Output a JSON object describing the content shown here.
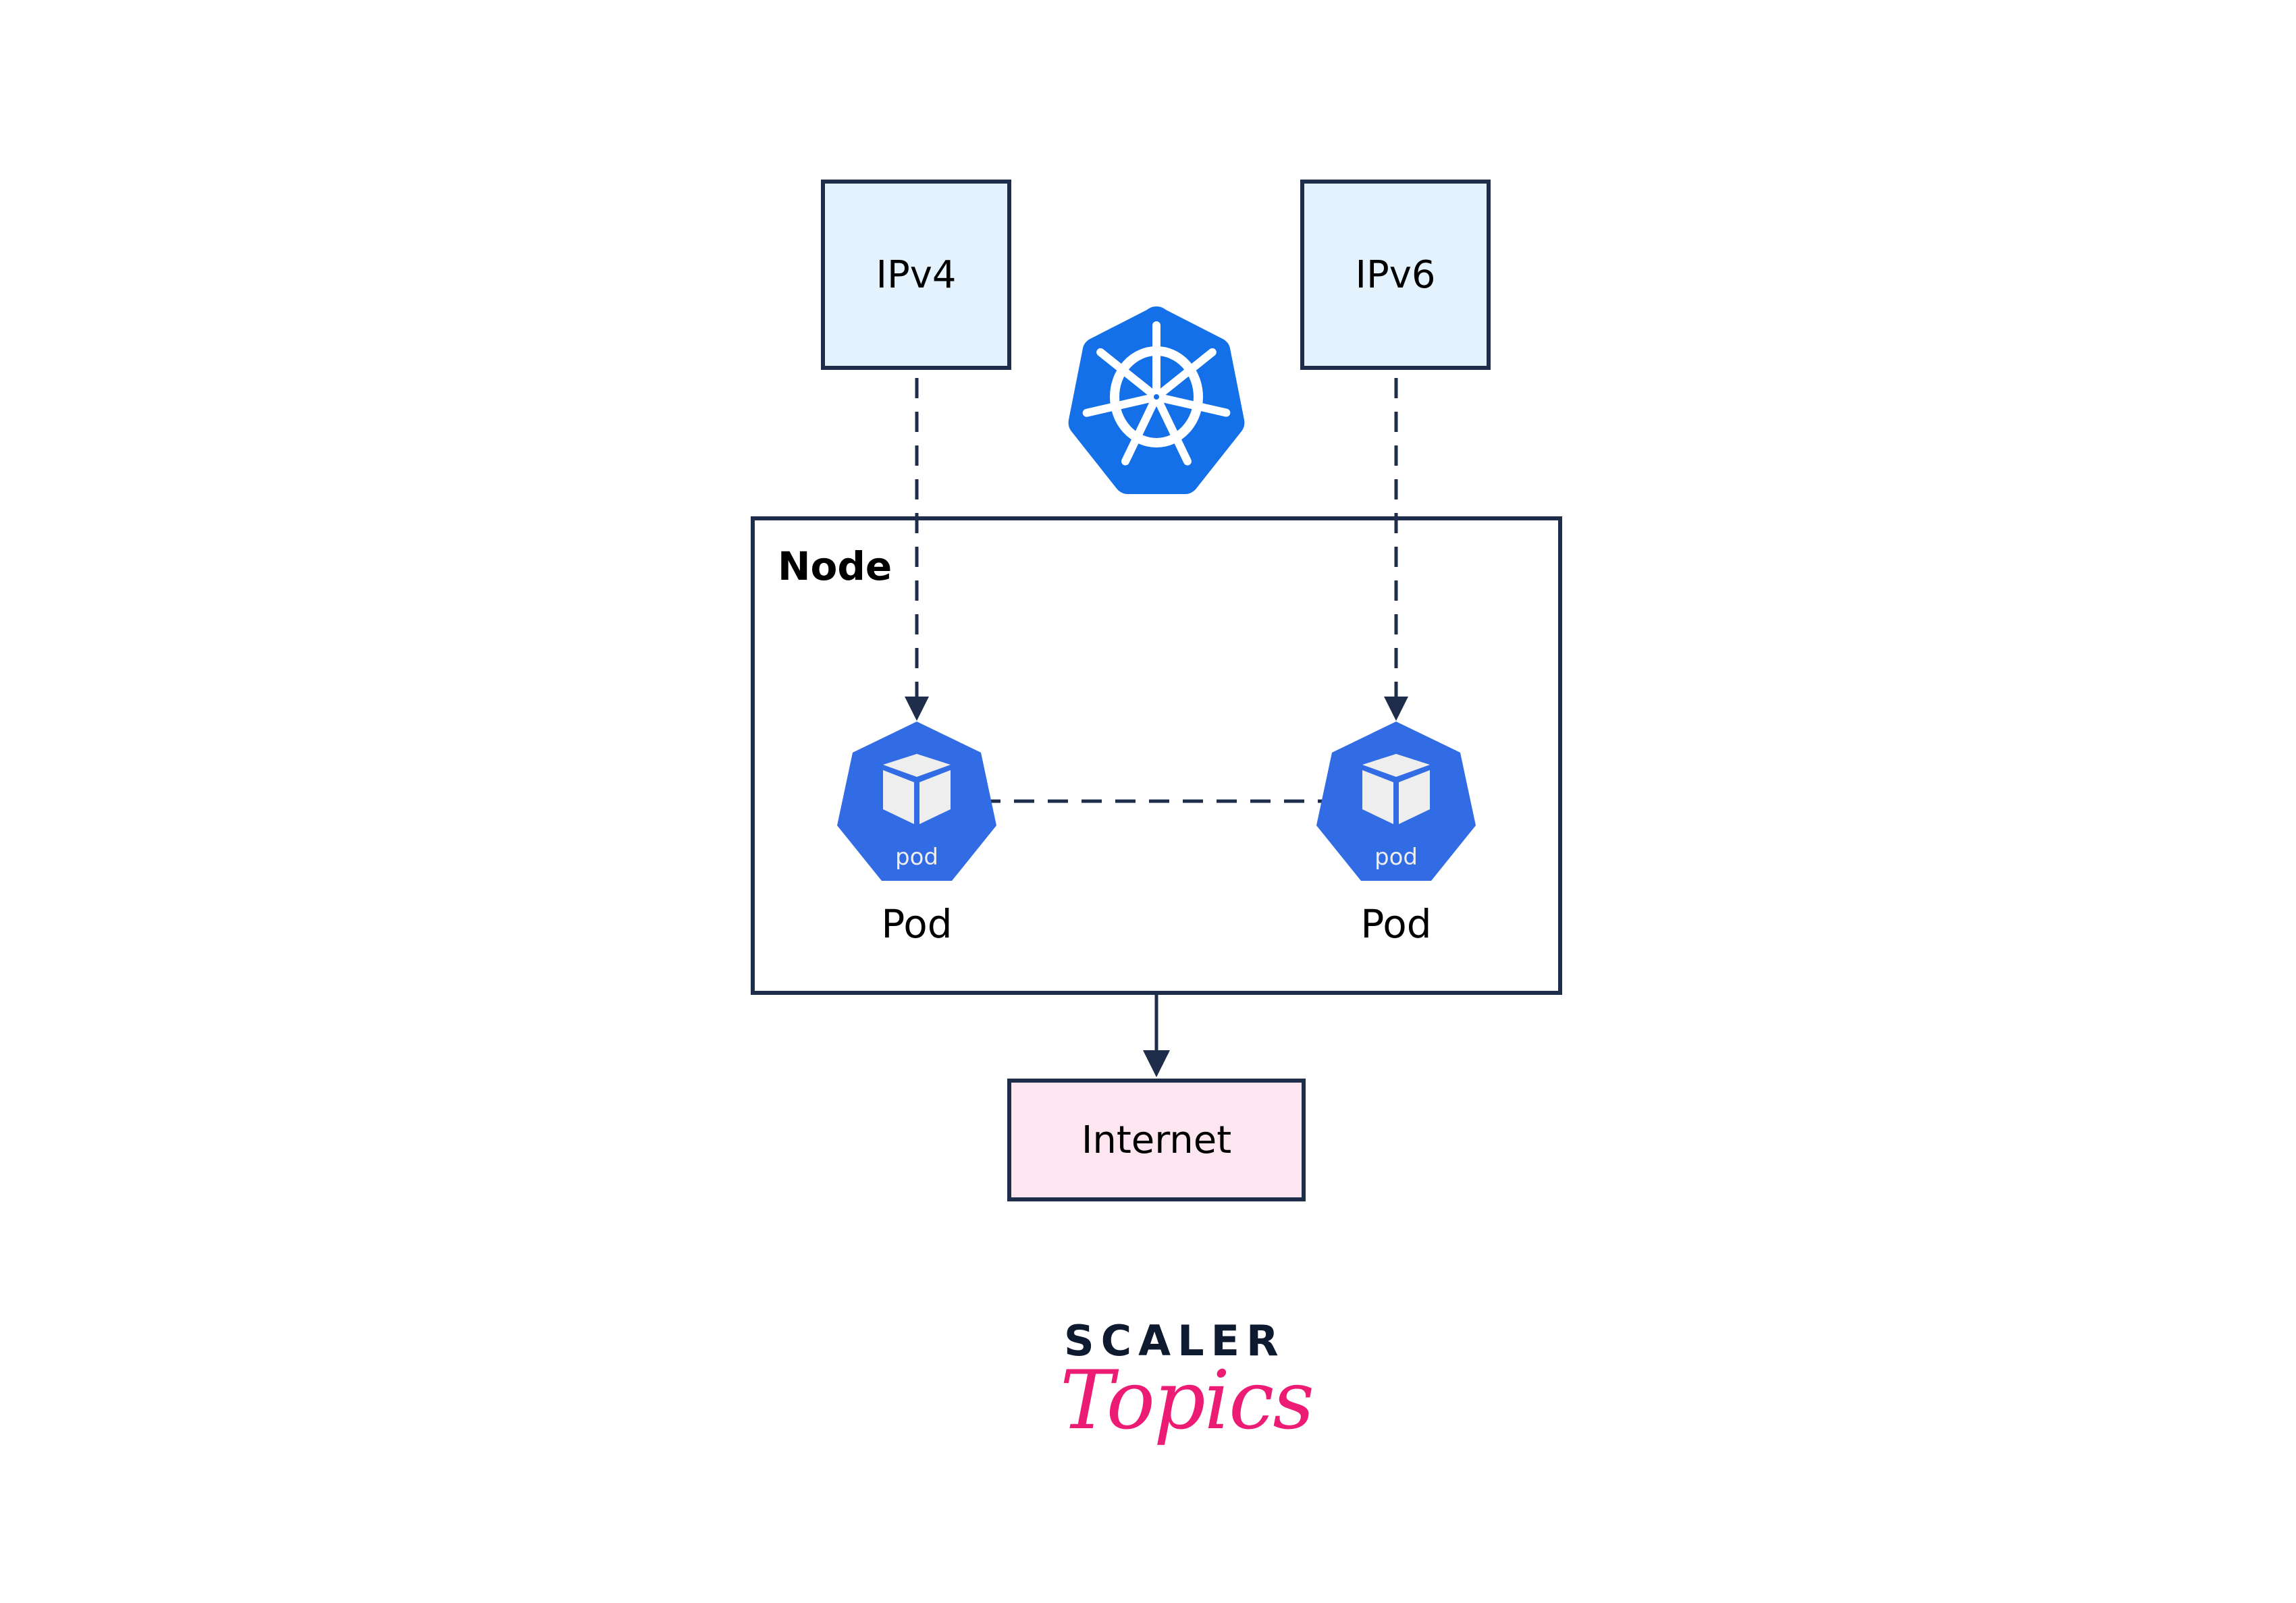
{
  "diagram": {
    "nodes": {
      "ipv4": {
        "label": "IPv4"
      },
      "ipv6": {
        "label": "IPv6"
      },
      "node": {
        "label": "Node"
      },
      "pod_left": {
        "label": "Pod",
        "icon_text": "pod"
      },
      "pod_right": {
        "label": "Pod",
        "icon_text": "pod"
      },
      "internet": {
        "label": "Internet"
      }
    },
    "edges": [
      {
        "from": "ipv4",
        "to": "pod_left",
        "style": "dashed",
        "arrow": true
      },
      {
        "from": "ipv6",
        "to": "pod_right",
        "style": "dashed",
        "arrow": true
      },
      {
        "from": "pod_left",
        "to": "pod_right",
        "style": "dashed",
        "arrow": false
      },
      {
        "from": "node",
        "to": "internet",
        "style": "solid",
        "arrow": true
      }
    ],
    "center_icon": "kubernetes-helm-icon"
  },
  "colors": {
    "line": "#1e2d4a",
    "ip_fill": "#e3f2fd",
    "internet_fill": "#fde6f0",
    "k8s_blue": "#1470e8",
    "pod_blue": "#326ce5",
    "cube": "#eeeeee",
    "brand_dark": "#0e1a2f",
    "brand_pink": "#ec1c74"
  },
  "branding": {
    "line1": "SCALER",
    "line2": "Topics"
  }
}
